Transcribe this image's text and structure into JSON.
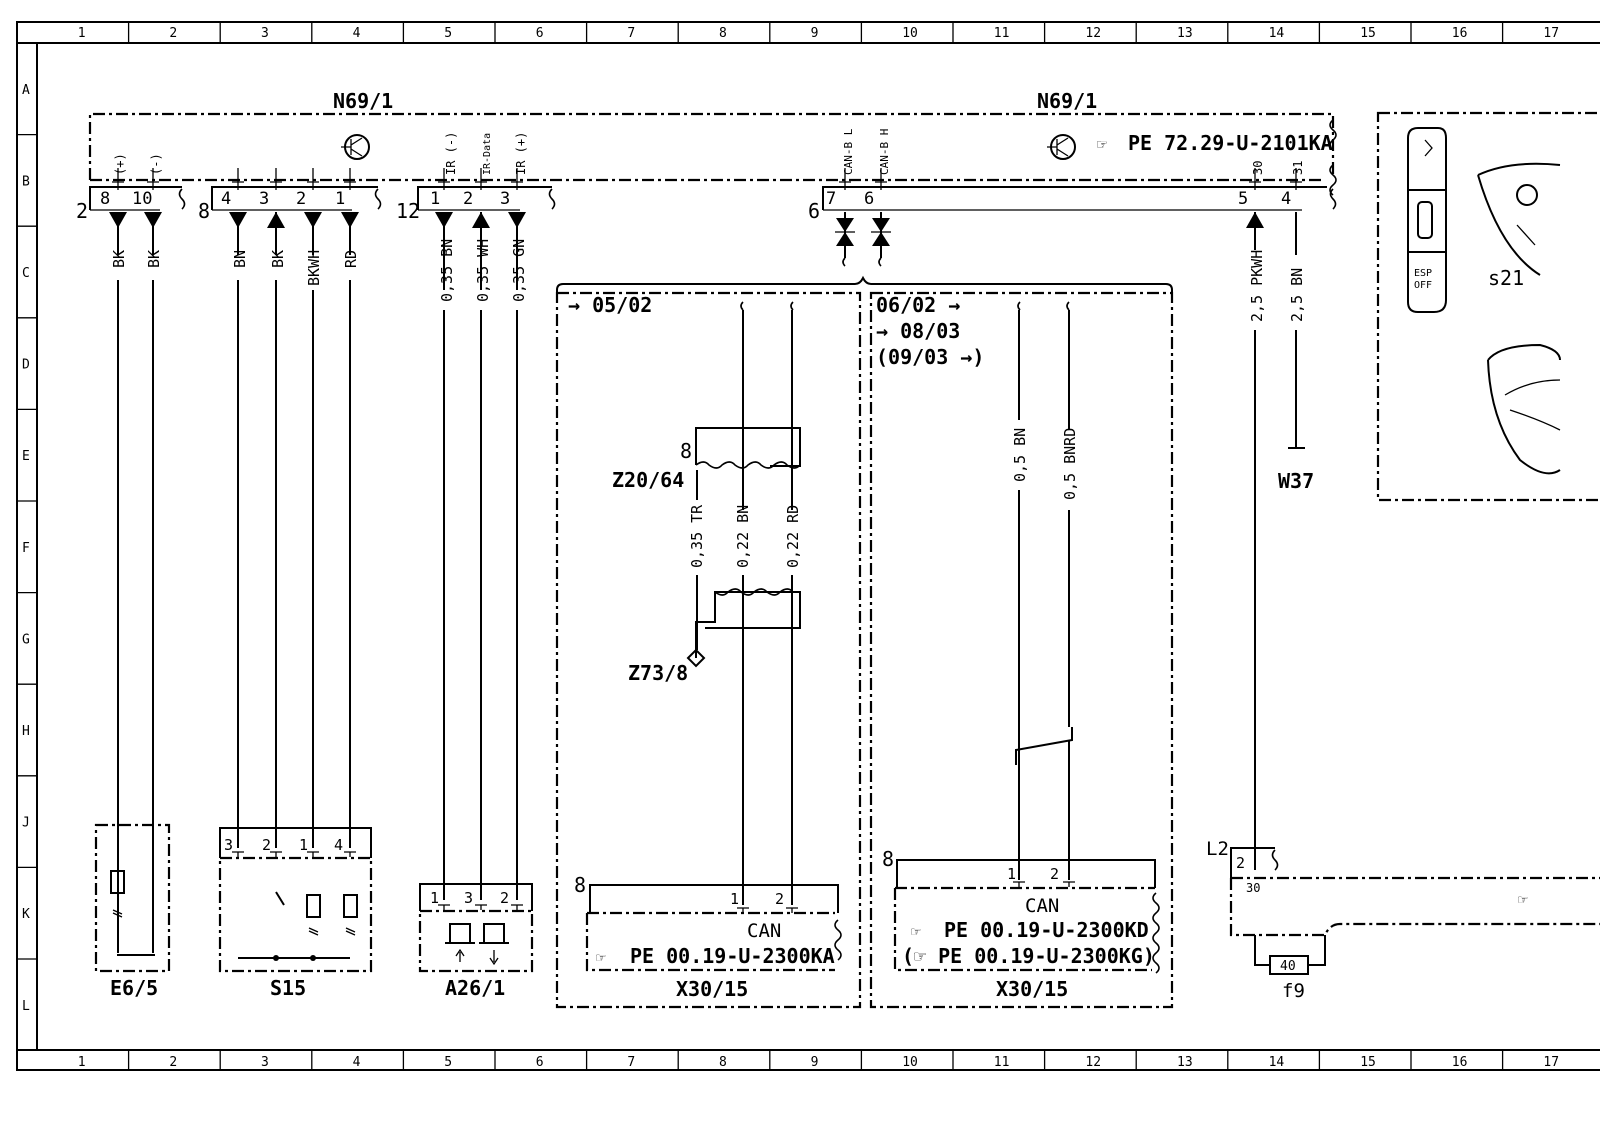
{
  "grid": {
    "columns": [
      "1",
      "2",
      "3",
      "4",
      "5",
      "6",
      "7",
      "8",
      "9",
      "10",
      "11",
      "12",
      "13",
      "14",
      "15",
      "16",
      "17"
    ],
    "rows": [
      "A",
      "B",
      "C",
      "D",
      "E",
      "F",
      "G",
      "H",
      "J",
      "K",
      "L"
    ]
  },
  "module": {
    "label_left": "N69/1",
    "label_right": "N69/1",
    "ref": "PE 72.29-U-2101KA",
    "pin_labels": [
      "(+)",
      "(-)",
      "IR (-)",
      "IR-Data",
      "IR (+)",
      "CAN-B L",
      "CAN-B H",
      "30",
      "31"
    ]
  },
  "connectors": {
    "g1": {
      "count": "2",
      "pins": [
        "8",
        "10"
      ]
    },
    "g2": {
      "count": "8",
      "pins": [
        "4",
        "3",
        "2",
        "1"
      ]
    },
    "g3": {
      "count": "12",
      "pins": [
        "1",
        "2",
        "3"
      ]
    },
    "g4": {
      "count": "6",
      "pins": [
        "7",
        "6"
      ]
    },
    "g5": {
      "pins": [
        "5",
        "4"
      ]
    }
  },
  "wires": {
    "e65": [
      "BK",
      "BK"
    ],
    "s15": [
      "BN",
      "BK",
      "BKWH",
      "RD"
    ],
    "a261": [
      "0,35 BN",
      "0,35 WH",
      "0,35 GN"
    ],
    "w5": "2,5 PKWH",
    "w4": "2,5 BN",
    "left_box": [
      "0,35 TR",
      "0,22 BN",
      "0,22 RD"
    ],
    "right_box": [
      "0,5 BN",
      "0,5 BNRD"
    ]
  },
  "components": {
    "e65": "E6/5",
    "s15": "S15",
    "a261": "A26/1",
    "w37": "W37",
    "s21": "s21",
    "z20": "Z20/64",
    "z73": "Z73/8",
    "f9": "f9",
    "f9_value": "40",
    "l2": "L2",
    "esp": [
      "ESP",
      "OFF"
    ]
  },
  "component_pins": {
    "s15": [
      "3",
      "2",
      "1",
      "4"
    ],
    "a261": [
      "1",
      "3",
      "2"
    ],
    "z20": "8",
    "l2_pin": "2",
    "l2_term": "30"
  },
  "left_box": {
    "date": "→ 05/02",
    "count": "8",
    "pins": [
      "1",
      "2"
    ],
    "can": "CAN",
    "ref": "PE  00.19-U-2300KA",
    "name": "X30/15"
  },
  "right_box": {
    "date1": "06/02 →",
    "date2": "→ 08/03",
    "date3": "(09/03 →)",
    "count": "8",
    "pins": [
      "1",
      "2"
    ],
    "can": "CAN",
    "ref1": "PE  00.19-U-2300KD",
    "ref2": "(☞ PE  00.19-U-2300KG)",
    "name": "X30/15"
  },
  "ref_icon": "☞"
}
